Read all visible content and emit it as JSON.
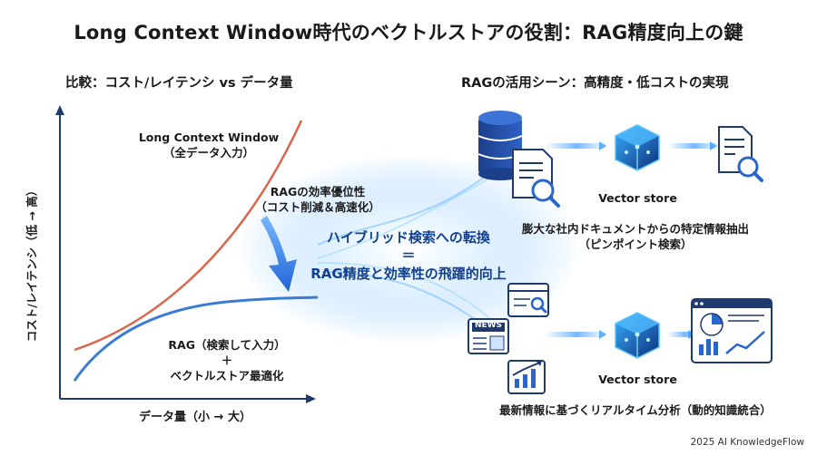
{
  "title": "Long Context Window時代のベクトルストアの役割：RAG精度向上の鍵",
  "left_panel": {
    "subtitle": "比較：コスト/レイテンシ vs データ量",
    "y_axis_label": "コスト/レイテンシ（低 → 高）",
    "x_axis_label": "データ量（小 → 大）",
    "long_context_label": [
      "Long Context Window",
      "（全データ入力）"
    ],
    "efficiency_label": [
      "RAGの効率優位性",
      "（コスト削減＆高速化）"
    ],
    "rag_label": [
      "RAG（検索して入力）",
      "＋",
      "ベクトルストア最適化"
    ],
    "colors": {
      "long_context_curve": "#d9664a",
      "rag_curve": "#3a7bd5",
      "axis": "#1f3a6e"
    }
  },
  "center": {
    "lines": [
      "ハイブリッド検索への転換",
      "＝",
      "RAG精度と効率性の飛躍的向上"
    ]
  },
  "right_panel": {
    "subtitle": "RAGの活用シーン：高精度・低コストの実現",
    "scene1": {
      "icons": [
        "database-icon",
        "document-search-icon",
        "vector-store-cube-icon",
        "document-search-icon"
      ],
      "vector_store_label": "Vector store",
      "caption": [
        "膨大な社内ドキュメントからの特定情報抽出",
        "（ピンポイント検索）"
      ]
    },
    "scene2": {
      "icons": [
        "search-window-icon",
        "news-icon",
        "growth-chart-icon",
        "vector-store-cube-icon",
        "dashboard-icon"
      ],
      "news_text": "NEWS",
      "vector_store_label": "Vector store",
      "caption": [
        "最新情報に基づくリアルタイム分析（動的知識統合）"
      ]
    }
  },
  "footer": "2025 AI KnowledgeFlow"
}
